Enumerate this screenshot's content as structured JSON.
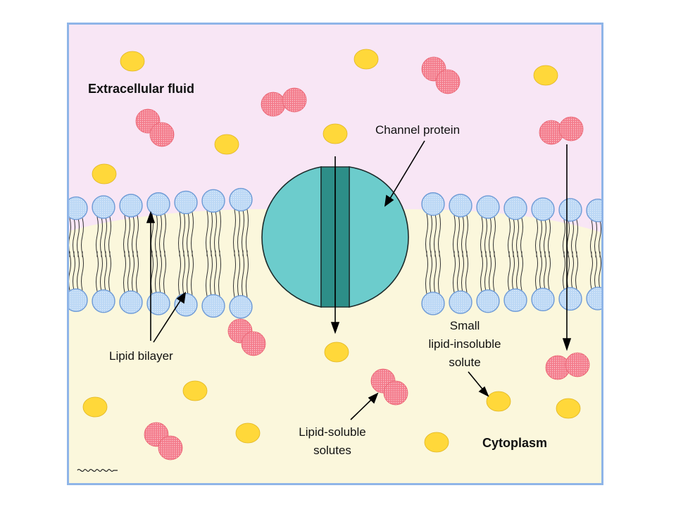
{
  "labels": {
    "extracellular": "Extracellular fluid",
    "channel_protein": "Channel protein",
    "lipid_bilayer": "Lipid bilayer",
    "small_solute_line1": "Small",
    "small_solute_line2": "lipid-insoluble",
    "small_solute_line3": "solute",
    "lipid_soluble_line1": "Lipid-soluble",
    "lipid_soluble_line2": "solutes",
    "cytoplasm": "Cytoplasm"
  },
  "colors": {
    "frame": "#8fb5e8",
    "extracellular_fluid": "#f8e6f5",
    "cytoplasm": "#fbf7dc",
    "phospholipid_head": "#bcd8f5",
    "phospholipid_head_edge": "#6f9bd6",
    "channel_protein": "#6ccccc",
    "channel_pore": "#2d8e88",
    "small_solute": "#ffd83a",
    "lipid_soluble_solute": "#f47c8c"
  }
}
